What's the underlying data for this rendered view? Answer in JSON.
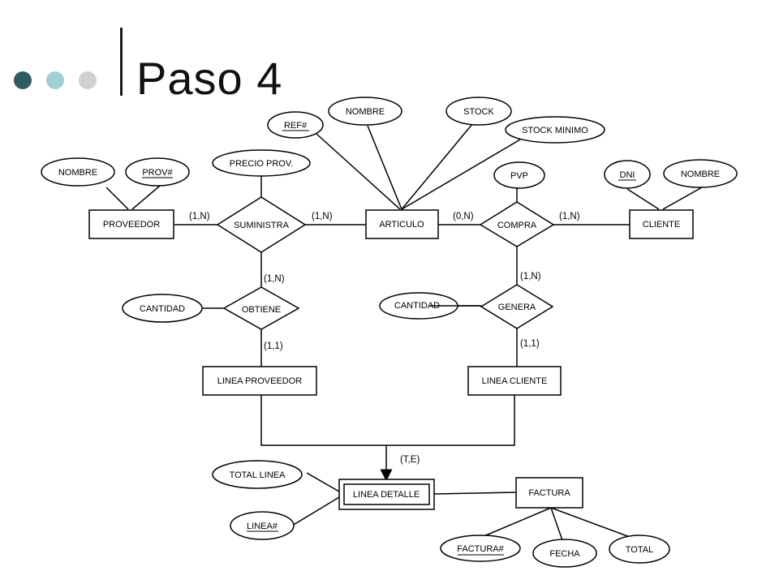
{
  "slide": {
    "title": "Paso 4",
    "accent_colors": [
      "#2e5c66",
      "#9fd0d6",
      "#d0d0d0"
    ]
  },
  "diagram": {
    "entities": {
      "proveedor": "PROVEEDOR",
      "articulo": "ARTICULO",
      "cliente": "CLIENTE",
      "linea_proveedor": "LINEA PROVEEDOR",
      "linea_cliente": "LINEA CLIENTE",
      "linea_detalle": "LINEA DETALLE",
      "factura": "FACTURA"
    },
    "relationships": {
      "suministra": "SUMINISTRA",
      "compra": "COMPRA",
      "obtiene": "OBTIENE",
      "genera": "GENERA"
    },
    "attributes": {
      "prov_nombre": "NOMBRE",
      "prov_id": "PROV#",
      "precio_prov": "PRECIO PROV.",
      "ref": "REF#",
      "art_nombre": "NOMBRE",
      "stock": "STOCK",
      "stock_minimo": "STOCK MINIMO",
      "pvp": "PVP",
      "dni": "DNI",
      "cli_nombre": "NOMBRE",
      "cantidad_obtiene": "CANTIDAD",
      "cantidad_genera": "CANTIDAD",
      "total_linea": "TOTAL LINEA",
      "linea_id": "LINEA#",
      "factura_id": "FACTURA#",
      "fecha": "FECHA",
      "total": "TOTAL"
    },
    "cardinalities": {
      "suministra_proveedor": "(1,N)",
      "suministra_articulo": "(1,N)",
      "compra_articulo": "(0,N)",
      "compra_cliente": "(1,N)",
      "suministra_obtiene": "(1,N)",
      "obtiene_linea": "(1,1)",
      "compra_genera": "(1,N)",
      "genera_linea": "(1,1)",
      "hierarchy": "(T,E)"
    }
  }
}
